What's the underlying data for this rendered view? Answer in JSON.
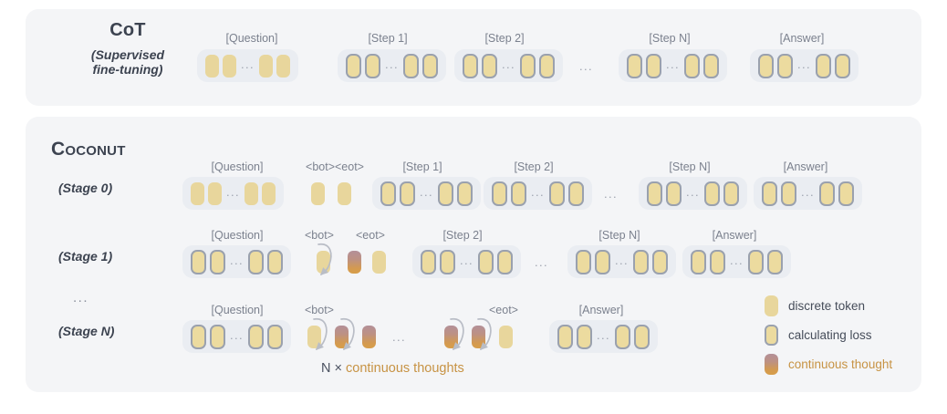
{
  "colors": {
    "panel_bg": "#f4f5f7",
    "group_pill_bg": "#eaedf2",
    "discrete_token": "#e8d69c",
    "loss_border": "#9aa1ae",
    "continuous_top": "#b39098",
    "continuous_bottom": "#d79e4a",
    "accent_text": "#c79344",
    "label_text": "#7b818e",
    "title_text": "#3c4350"
  },
  "cot": {
    "title": "CoT",
    "subtitle_line1": "(Supervised",
    "subtitle_line2": "fine-tuning)",
    "groups": [
      {
        "label": "[Question]",
        "kind": "pill",
        "token_type": "discrete",
        "pattern": "2-dots-2"
      },
      {
        "label": "[Step 1]",
        "kind": "pill",
        "token_type": "loss",
        "pattern": "2-dots-2"
      },
      {
        "label": "[Step 2]",
        "kind": "pill",
        "token_type": "loss",
        "pattern": "2-dots-2"
      },
      {
        "label": "[Step N]",
        "kind": "pill",
        "token_type": "loss",
        "pattern": "2-dots-2"
      },
      {
        "label": "[Answer]",
        "kind": "pill",
        "token_type": "loss",
        "pattern": "2-dots-2"
      }
    ],
    "gap_dots": "..."
  },
  "coconut": {
    "title": "Coconut",
    "stages": [
      {
        "label": "(Stage 0)",
        "groups": [
          {
            "label": "[Question]",
            "kind": "pill",
            "token_type": "discrete",
            "pattern": "2-dots-2"
          },
          {
            "label": "<bot><eot>",
            "kind": "bare",
            "token_type": "discrete",
            "pattern": "2-plain"
          },
          {
            "label": "[Step 1]",
            "kind": "pill",
            "token_type": "loss",
            "pattern": "2-dots-2"
          },
          {
            "label": "[Step 2]",
            "kind": "pill",
            "token_type": "loss",
            "pattern": "2-dots-2"
          },
          {
            "label": "[Step N]",
            "kind": "pill",
            "token_type": "loss",
            "pattern": "2-dots-2"
          },
          {
            "label": "[Answer]",
            "kind": "pill",
            "token_type": "loss",
            "pattern": "2-dots-2"
          }
        ],
        "gap_dots": "..."
      },
      {
        "label": "(Stage 1)",
        "groups": [
          {
            "label": "[Question]",
            "kind": "pill",
            "token_type": "discrete",
            "pattern": "2-dots-2"
          },
          {
            "label": "<bot>",
            "kind": "bare",
            "token_type": "discrete",
            "pattern": "1-plain"
          },
          {
            "label": "<eot>",
            "kind": "bare",
            "token_type": "mixed",
            "pattern": "cont-discrete"
          },
          {
            "label": "[Step 2]",
            "kind": "pill",
            "token_type": "loss",
            "pattern": "2-dots-2"
          },
          {
            "label": "[Step N]",
            "kind": "pill",
            "token_type": "loss",
            "pattern": "2-dots-2"
          },
          {
            "label": "[Answer]",
            "kind": "pill",
            "token_type": "loss",
            "pattern": "2-dots-2"
          }
        ],
        "gap_dots": "..."
      },
      {
        "label": "(Stage N)",
        "ellipsis": "...",
        "groups": [
          {
            "label": "[Question]",
            "kind": "pill",
            "token_type": "discrete",
            "pattern": "2-dots-2"
          },
          {
            "label": "<bot>",
            "kind": "bare",
            "token_type": "mixed",
            "pattern": "bot-chain"
          },
          {
            "label": "<eot>",
            "kind": "bare",
            "token_type": "mixed",
            "pattern": "eot-chain"
          },
          {
            "label": "[Answer]",
            "kind": "pill",
            "token_type": "loss",
            "pattern": "2-dots-2"
          }
        ],
        "mid_dots": "...",
        "caption_prefix": "N ×",
        "caption_accent": "continuous thoughts"
      }
    ]
  },
  "legend": {
    "items": [
      {
        "type": "discrete",
        "label": "discrete token"
      },
      {
        "type": "loss",
        "label": "calculating loss"
      },
      {
        "type": "cont",
        "label": "continuous thought"
      }
    ]
  }
}
